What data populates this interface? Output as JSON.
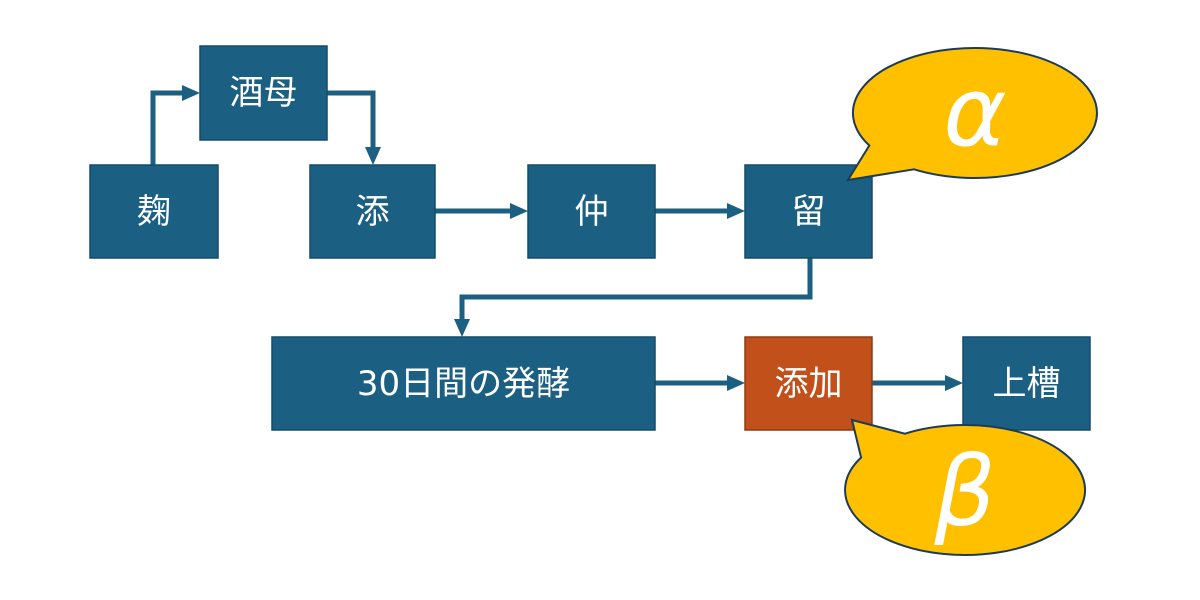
{
  "nodes": {
    "koji": "麹",
    "shubo": "酒母",
    "soe": "添",
    "naka": "仲",
    "tome": "留",
    "fermentation": "30日間の発酵",
    "addition": "添加",
    "joso": "上槽"
  },
  "callouts": {
    "alpha": "α",
    "beta": "β"
  },
  "colors": {
    "node": "#1b5f82",
    "highlight": "#c2501b",
    "arrow": "#1b5f82",
    "callout": "#ffc000"
  }
}
